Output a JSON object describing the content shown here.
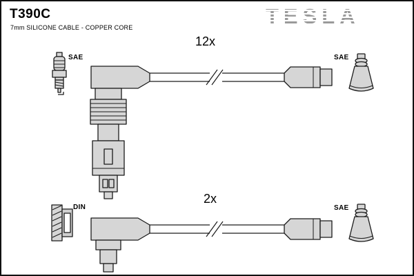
{
  "header": {
    "part_number": "T390C",
    "subtitle": "7mm SILICONE CABLE - COPPER CORE",
    "brand": "TESLA"
  },
  "assemblies": {
    "top": {
      "quantity": "12x",
      "left_terminal_label": "SAE",
      "right_terminal_label": "SAE"
    },
    "bottom": {
      "quantity": "2x",
      "left_terminal_label": "DIN",
      "right_terminal_label": "SAE"
    }
  },
  "colors": {
    "outline": "#1a1a1a",
    "part_fill": "#d6d6d6",
    "logo_gray": "#9a9a9a",
    "border": "#111111"
  }
}
